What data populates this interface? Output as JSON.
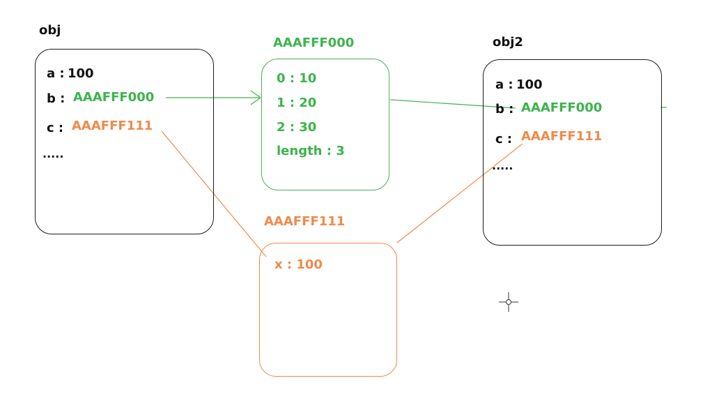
{
  "colors": {
    "black": "#111111",
    "green": "#3cb44b",
    "orange": "#f08a4b"
  },
  "obj": {
    "title": "obj",
    "a_label": "a :",
    "a_value": "100",
    "b_label": "b :",
    "b_value": "AAAFFF000",
    "c_label": "c :",
    "c_value": "AAAFFF111",
    "more": "....."
  },
  "array_box": {
    "title": "AAAFFF000",
    "rows": [
      "0 : 10",
      "1 : 20",
      "2 : 30",
      "length : 3"
    ]
  },
  "object_box": {
    "title": "AAAFFF111",
    "rows": [
      "x : 100"
    ]
  },
  "obj2": {
    "title": "obj2",
    "a_label": "a :",
    "a_value": "100",
    "b_label": "b :",
    "b_value": "AAAFFF000",
    "c_label": "c :",
    "c_value": "AAAFFF111",
    "more": "....."
  },
  "icons": {
    "cursor": "crosshair-icon"
  }
}
